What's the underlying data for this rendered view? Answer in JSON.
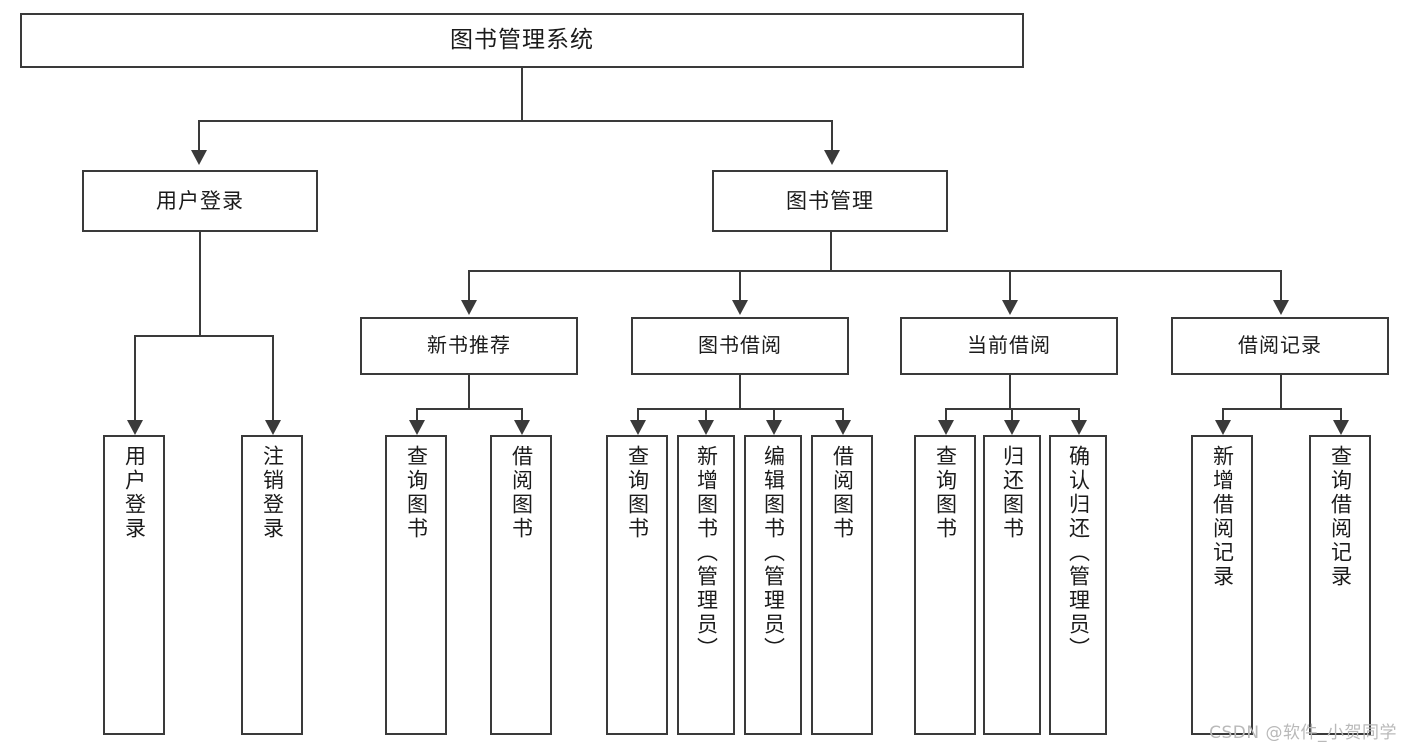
{
  "diagram": {
    "type": "tree-hierarchy",
    "title": "图书管理系统",
    "root": {
      "id": "root",
      "label": "图书管理系统"
    },
    "level1": [
      {
        "id": "user-login",
        "label": "用户登录"
      },
      {
        "id": "book-manage",
        "label": "图书管理"
      }
    ],
    "level2": [
      {
        "id": "new-book-recommend",
        "label": "新书推荐",
        "parent": "book-manage"
      },
      {
        "id": "book-borrow",
        "label": "图书借阅",
        "parent": "book-manage"
      },
      {
        "id": "current-borrow",
        "label": "当前借阅",
        "parent": "book-manage"
      },
      {
        "id": "borrow-record",
        "label": "借阅记录",
        "parent": "book-manage"
      }
    ],
    "leaves": [
      {
        "id": "leaf-user-login",
        "label": "用户登录",
        "parent": "user-login"
      },
      {
        "id": "leaf-user-logout",
        "label": "注销登录",
        "parent": "user-login"
      },
      {
        "id": "leaf-query-book-1",
        "label": "查询图书",
        "parent": "new-book-recommend"
      },
      {
        "id": "leaf-borrow-book-1",
        "label": "借阅图书",
        "parent": "new-book-recommend"
      },
      {
        "id": "leaf-query-book-2",
        "label": "查询图书",
        "parent": "book-borrow"
      },
      {
        "id": "leaf-add-book",
        "label": "新增图书（管理员）",
        "parent": "book-borrow"
      },
      {
        "id": "leaf-edit-book",
        "label": "编辑图书（管理员）",
        "parent": "book-borrow"
      },
      {
        "id": "leaf-borrow-book-2",
        "label": "借阅图书",
        "parent": "book-borrow"
      },
      {
        "id": "leaf-query-book-3",
        "label": "查询图书",
        "parent": "current-borrow"
      },
      {
        "id": "leaf-return-book",
        "label": "归还图书",
        "parent": "current-borrow"
      },
      {
        "id": "leaf-confirm-return",
        "label": "确认归还（管理员）",
        "parent": "current-borrow"
      },
      {
        "id": "leaf-add-record",
        "label": "新增借阅记录",
        "parent": "borrow-record"
      },
      {
        "id": "leaf-query-record",
        "label": "查询借阅记录",
        "parent": "borrow-record"
      }
    ],
    "colors": {
      "stroke": "#3a3a3a",
      "fill": "#ffffff",
      "text": "#1b1b1b",
      "watermark": "#b9b9b9"
    }
  },
  "watermark": {
    "text": "CSDN @软件_小贺同学"
  }
}
